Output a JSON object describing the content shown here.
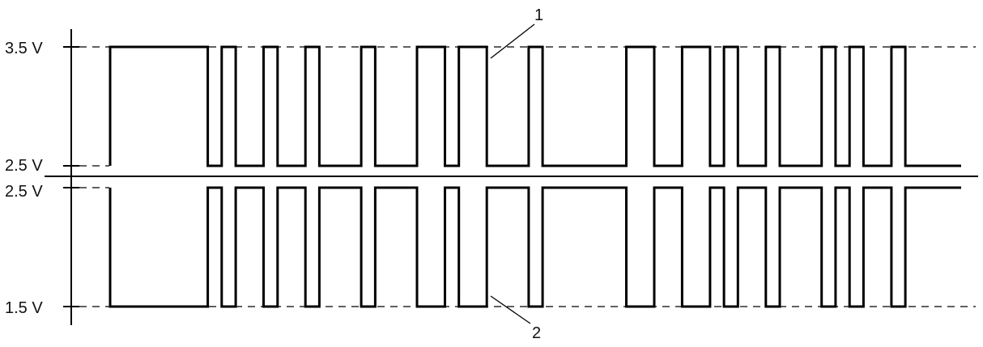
{
  "voltage_labels": {
    "high": "3.5 V",
    "mid_upper": "2.5 V",
    "mid_lower": "2.5 V",
    "low": "1.5 V"
  },
  "callouts": {
    "signal_1": "1",
    "signal_2": "2"
  },
  "chart_data": {
    "type": "line",
    "title": "",
    "xlabel": "",
    "ylabel": "",
    "levels_v": [
      3.5,
      2.5,
      1.5
    ],
    "series": [
      {
        "name": "1",
        "idle_v": 2.5,
        "active_v": 3.5
      },
      {
        "name": "2",
        "idle_v": 2.5,
        "active_v": 1.5
      }
    ],
    "bit_pattern": "0000000101101101110111001001110111111001100101101110101101111",
    "note_active_bit": "0",
    "grid": false,
    "legend": "none"
  }
}
